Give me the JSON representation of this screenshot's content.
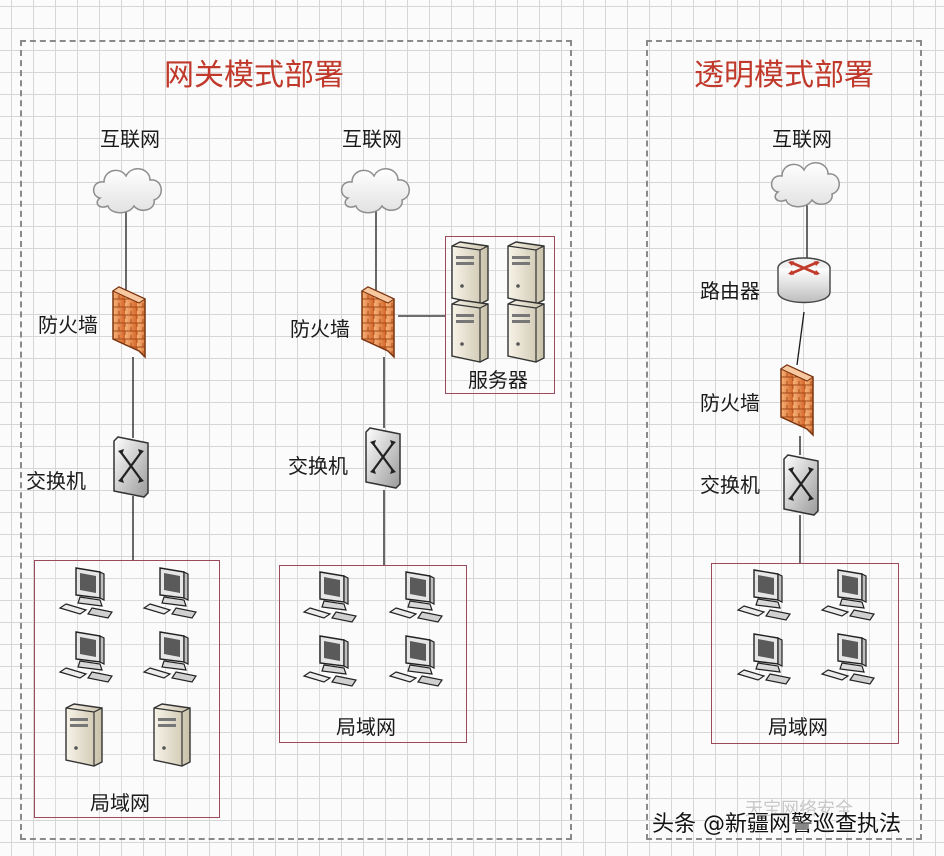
{
  "sections": {
    "gateway": {
      "title": "网关模式部署"
    },
    "transparent": {
      "title": "透明模式部署"
    }
  },
  "labels": {
    "internet": "互联网",
    "firewall": "防火墙",
    "switch": "交换机",
    "router": "路由器",
    "server": "服务器",
    "lan": "局域网"
  },
  "watermark": {
    "faint": "天宝网络安全",
    "text": "头条 @新疆网警巡查执法"
  },
  "colors": {
    "title_red": "#c0392b",
    "firewall_orange": "#e58a45",
    "box_border": "#9b4a5c"
  }
}
